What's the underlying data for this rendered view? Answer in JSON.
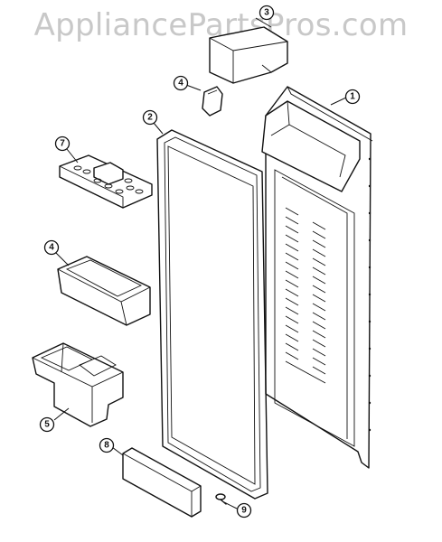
{
  "watermark": "AppliancePartsPros.com",
  "callouts": {
    "c1": "1",
    "c2": "2",
    "c3": "3",
    "c4a": "4",
    "c4b": "4",
    "c5": "5",
    "c7": "7",
    "c8": "8",
    "c9": "9"
  }
}
